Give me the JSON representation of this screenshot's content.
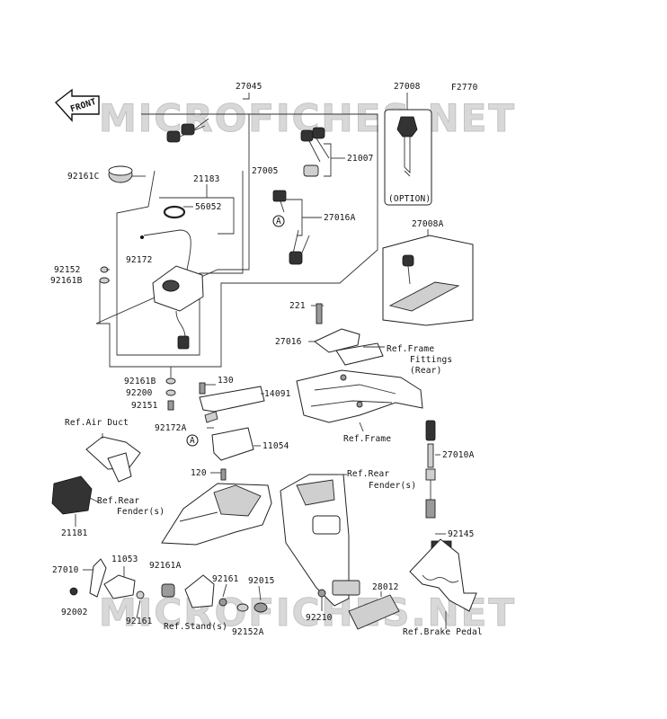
{
  "figure_code": "F2770",
  "watermark": "MICROFICHES.NET",
  "front_label": "FRONT",
  "option_label": "(OPTION)",
  "part_numbers": [
    "27045",
    "27008",
    "92161C",
    "21183",
    "27005",
    "21007",
    "56052",
    "27016A",
    "92172",
    "27008A",
    "92152",
    "92161B",
    "221",
    "27016",
    "92161B",
    "92200",
    "92151",
    "130",
    "14091",
    "92172A",
    "11054",
    "120",
    "27010A",
    "21181",
    "92145",
    "27010",
    "11053",
    "92161A",
    "92161",
    "92015",
    "28012",
    "92002",
    "92161",
    "92210",
    "92152A"
  ],
  "refs": {
    "frame_fittings": [
      "Ref.Frame",
      "Fittings",
      "(Rear)"
    ],
    "frame": "Ref.Frame",
    "air_duct": "Ref.Air Duct",
    "rear_fender_right": [
      "Ref.Rear",
      "Fender(s)"
    ],
    "rear_fender_left": [
      "Ref.Rear",
      "Fender(s)"
    ],
    "stand": "Ref.Stand(s)",
    "brake_pedal": "Ref.Brake Pedal"
  },
  "callout_letter": "A",
  "colors": {
    "line": "#333333",
    "watermark": "#d8d8d8",
    "background": "#ffffff"
  }
}
